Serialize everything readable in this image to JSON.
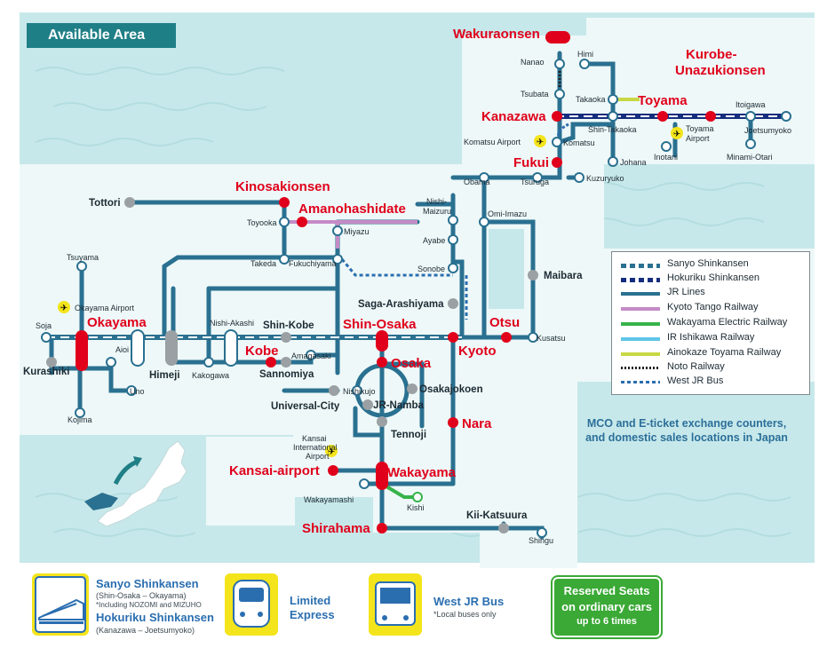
{
  "header": {
    "title": "Available Area"
  },
  "colors": {
    "sea": "#c7e8ea",
    "land": "#e8f5f5",
    "jr": "#2a7090",
    "station_red": "#e0001b",
    "station_grey": "#9aa0a3",
    "kyoto_tango": "#c48bc6",
    "wakayama_electric": "#37b34a",
    "ir_ishikawa": "#5fc5e8",
    "ainokaze": "#c8d844",
    "hokuriku": "#152d7e"
  },
  "stations_major": [
    {
      "id": "wakuraonsen",
      "name": "Wakuraonsen"
    },
    {
      "id": "kurobe",
      "name": "Kurobe-"
    },
    {
      "id": "kurobe2",
      "name": "Unazukionsen"
    },
    {
      "id": "toyama",
      "name": "Toyama"
    },
    {
      "id": "kanazawa",
      "name": "Kanazawa"
    },
    {
      "id": "fukui",
      "name": "Fukui"
    },
    {
      "id": "kinosaki",
      "name": "Kinosakionsen"
    },
    {
      "id": "amanohashidate",
      "name": "Amanohashidate"
    },
    {
      "id": "okayama",
      "name": "Okayama"
    },
    {
      "id": "shinosaka",
      "name": "Shin-Osaka"
    },
    {
      "id": "otsu",
      "name": "Otsu"
    },
    {
      "id": "kyoto",
      "name": "Kyoto"
    },
    {
      "id": "kobe",
      "name": "Kobe"
    },
    {
      "id": "osaka",
      "name": "Osaka"
    },
    {
      "id": "nara",
      "name": "Nara"
    },
    {
      "id": "kansai",
      "name": "Kansai-airport"
    },
    {
      "id": "wakayama",
      "name": "Wakayama"
    },
    {
      "id": "shirahama",
      "name": "Shirahama"
    }
  ],
  "stations_bold": [
    {
      "id": "tottori",
      "name": "Tottori"
    },
    {
      "id": "maibara",
      "name": "Maibara"
    },
    {
      "id": "saga",
      "name": "Saga-Arashiyama"
    },
    {
      "id": "shinkobe",
      "name": "Shin-Kobe"
    },
    {
      "id": "kurashiki",
      "name": "Kurashiki"
    },
    {
      "id": "himeji",
      "name": "Himeji"
    },
    {
      "id": "sannomiya",
      "name": "Sannomiya"
    },
    {
      "id": "universal",
      "name": "Universal-City"
    },
    {
      "id": "jrnamba",
      "name": "JR-Namba"
    },
    {
      "id": "osakajokoen",
      "name": "Osakajokoen"
    },
    {
      "id": "tennoji",
      "name": "Tennoji"
    },
    {
      "id": "kiikatsuura",
      "name": "Kii-Katsuura"
    }
  ],
  "stations_minor": [
    {
      "id": "nanao",
      "name": "Nanao"
    },
    {
      "id": "himi",
      "name": "Himi"
    },
    {
      "id": "tsubata",
      "name": "Tsubata"
    },
    {
      "id": "takaoka",
      "name": "Takaoka"
    },
    {
      "id": "itoigawa",
      "name": "Itoigawa"
    },
    {
      "id": "shintakaoka",
      "name": "Shin-Takaoka"
    },
    {
      "id": "joetsumyoko",
      "name": "Joetsumyoko"
    },
    {
      "id": "toyamaairport",
      "name": "Toyama"
    },
    {
      "id": "toyamaairport2",
      "name": "Airport"
    },
    {
      "id": "komatsuairport",
      "name": "Komatsu Airport"
    },
    {
      "id": "komatsu",
      "name": "Komatsu"
    },
    {
      "id": "inotani",
      "name": "Inotani"
    },
    {
      "id": "minamiotari",
      "name": "Minami-Otari"
    },
    {
      "id": "johana",
      "name": "Johana"
    },
    {
      "id": "kuzuryuko",
      "name": "Kuzuryuko"
    },
    {
      "id": "obama",
      "name": "Obama"
    },
    {
      "id": "tsuruga",
      "name": "Tsuruga"
    },
    {
      "id": "nishimaizuru",
      "name": "Nishi-"
    },
    {
      "id": "nishimaizuru2",
      "name": "Maizuru"
    },
    {
      "id": "omiimazu",
      "name": "Omi-Imazu"
    },
    {
      "id": "toyooka",
      "name": "Toyooka"
    },
    {
      "id": "miyazu",
      "name": "Miyazu"
    },
    {
      "id": "ayabe",
      "name": "Ayabe"
    },
    {
      "id": "takeda",
      "name": "Takeda"
    },
    {
      "id": "fukuchiyama",
      "name": "Fukuchiyama"
    },
    {
      "id": "sonobe",
      "name": "Sonobe"
    },
    {
      "id": "tsuyama",
      "name": "Tsuyama"
    },
    {
      "id": "okayamaairport",
      "name": "Okayama Airport"
    },
    {
      "id": "soja",
      "name": "Soja"
    },
    {
      "id": "nishiakashi",
      "name": "Nishi-Akashi"
    },
    {
      "id": "aioi",
      "name": "Aioi"
    },
    {
      "id": "kusatsu",
      "name": "Kusatsu"
    },
    {
      "id": "amagasaki",
      "name": "Amagasaki"
    },
    {
      "id": "kakogawa",
      "name": "Kakogawa"
    },
    {
      "id": "uno",
      "name": "Uno"
    },
    {
      "id": "kojima",
      "name": "Kojima"
    },
    {
      "id": "nishikujo",
      "name": "Nishikujo"
    },
    {
      "id": "kansaiintl",
      "name": "Kansai"
    },
    {
      "id": "kansaiintl2",
      "name": "International"
    },
    {
      "id": "kansaiintl3",
      "name": "Airport"
    },
    {
      "id": "wakayamashi",
      "name": "Wakayamashi"
    },
    {
      "id": "kishi",
      "name": "Kishi"
    },
    {
      "id": "shingu",
      "name": "Shingu"
    }
  ],
  "legend": [
    {
      "label": "Sanyo Shinkansen",
      "color": "#2a7090",
      "style": "dash-white"
    },
    {
      "label": "Hokuriku Shinkansen",
      "color": "#152d7e",
      "style": "dash-white"
    },
    {
      "label": "JR Lines",
      "color": "#2a7090",
      "style": "solid"
    },
    {
      "label": "Kyoto Tango Railway",
      "color": "#c48bc6",
      "style": "solid"
    },
    {
      "label": "Wakayama Electric Railway",
      "color": "#37b34a",
      "style": "solid"
    },
    {
      "label": "IR Ishikawa Railway",
      "color": "#5fc5e8",
      "style": "solid"
    },
    {
      "label": "Ainokaze Toyama Railway",
      "color": "#c8d844",
      "style": "solid"
    },
    {
      "label": "Noto Railway",
      "color": "#222222",
      "style": "dots"
    },
    {
      "label": "West JR Bus",
      "color": "#2a6eb0",
      "style": "dash"
    }
  ],
  "note": {
    "line1": "MCO and E-ticket exchange counters,",
    "line2": "and domestic sales locations in Japan"
  },
  "bottom": {
    "shinkansen_title1": "Sanyo Shinkansen",
    "shinkansen_sub1": "(Shin-Osaka – Okayama)",
    "shinkansen_sub2": "*Including NOZOMI and MIZUHO",
    "shinkansen_title2": "Hokuriku Shinkansen",
    "shinkansen_sub3": "(Kanazawa – Joetsumyoko)",
    "limited1": "Limited",
    "limited2": "Express",
    "bus_title": "West JR Bus",
    "bus_sub": "*Local buses only",
    "reserved1": "Reserved Seats",
    "reserved2": "on ordinary cars",
    "reserved3": "up to 6 times"
  }
}
